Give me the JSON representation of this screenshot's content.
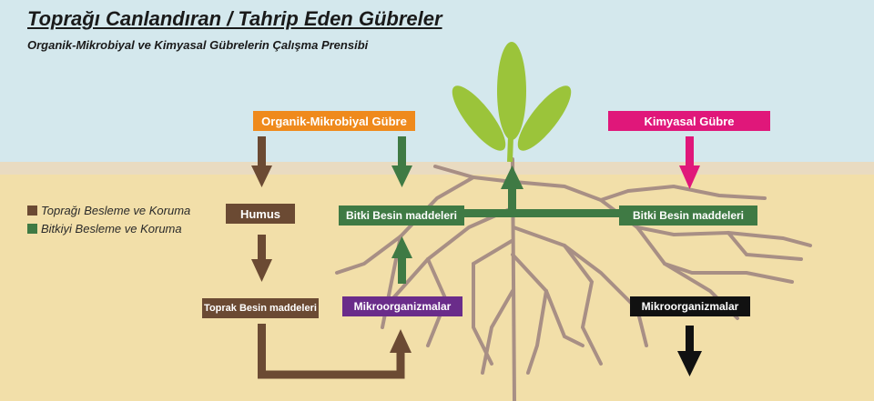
{
  "header": {
    "title": "Toprağı Canlandıran / Tahrip Eden Gübreler",
    "subtitle": "Organik-Mikrobiyal ve Kimyasal Gübrelerin Çalışma Prensibi"
  },
  "legend": [
    {
      "label": "Toprağı Besleme ve Koruma",
      "color": "#6b4a33"
    },
    {
      "label": "Bitkiyi Besleme ve Koruma",
      "color": "#3f7a44"
    }
  ],
  "nodes": {
    "organic_fertilizer": "Organik-Mikrobiyal Gübre",
    "chemical_fertilizer": "Kimyasal Gübre",
    "humus": "Humus",
    "plant_nutrients_left": "Bitki Besin maddeleri",
    "plant_nutrients_right": "Bitki Besin maddeleri",
    "soil_nutrients": "Toprak Besin maddeleri",
    "microorganisms_left": "Mikroorganizmalar",
    "microorganisms_right": "Mikroorganizmalar"
  },
  "colors": {
    "sky": "#d4e8ed",
    "soil": "#f2dfa9",
    "ground_band": "#e9dbc1",
    "root": "#a88f85",
    "brown": "#6b4a33",
    "green_arrow": "#3f7a44",
    "leaf": "#9bc43a",
    "orange": "#ef8a1c",
    "magenta": "#e0177a",
    "purple": "#6a2c8a",
    "black": "#111111"
  }
}
